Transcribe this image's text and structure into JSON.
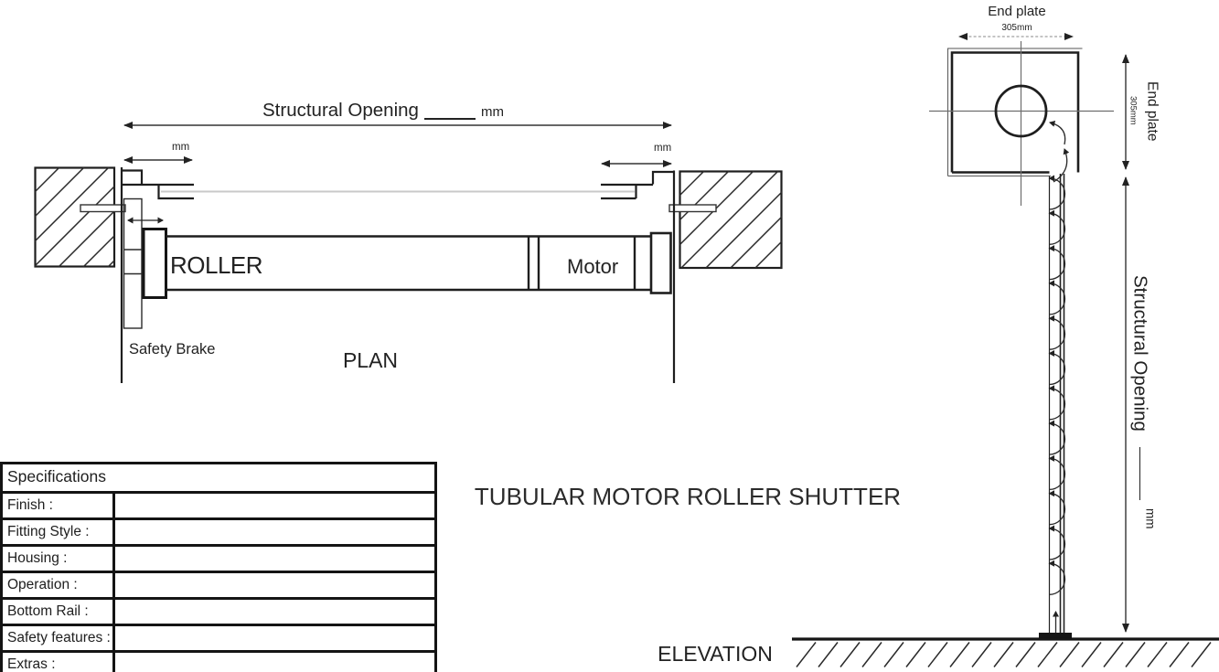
{
  "title": "TUBULAR MOTOR ROLLER SHUTTER",
  "plan": {
    "view_label": "PLAN",
    "structural_opening_label": "Structural Opening",
    "structural_opening_unit": "mm",
    "left_offset_unit": "mm",
    "right_offset_unit": "mm",
    "roller_label": "ROLLER",
    "motor_label": "Motor",
    "safety_brake_label": "Safety Brake"
  },
  "elevation": {
    "view_label": "ELEVATION",
    "end_plate_top_label": "End plate",
    "end_plate_top_value": "305mm",
    "end_plate_side_label": "End plate",
    "end_plate_side_value": "305mm",
    "structural_opening_label": "Structural Opening",
    "structural_opening_unit": "mm"
  },
  "spec_table": {
    "header": "Specifications",
    "rows": [
      {
        "label": "Finish :",
        "value": ""
      },
      {
        "label": "Fitting Style :",
        "value": ""
      },
      {
        "label": "Housing :",
        "value": ""
      },
      {
        "label": "Operation :",
        "value": ""
      },
      {
        "label": "Bottom Rail :",
        "value": ""
      },
      {
        "label": "Safety features :",
        "value": ""
      },
      {
        "label": "Extras :",
        "value": ""
      }
    ]
  }
}
